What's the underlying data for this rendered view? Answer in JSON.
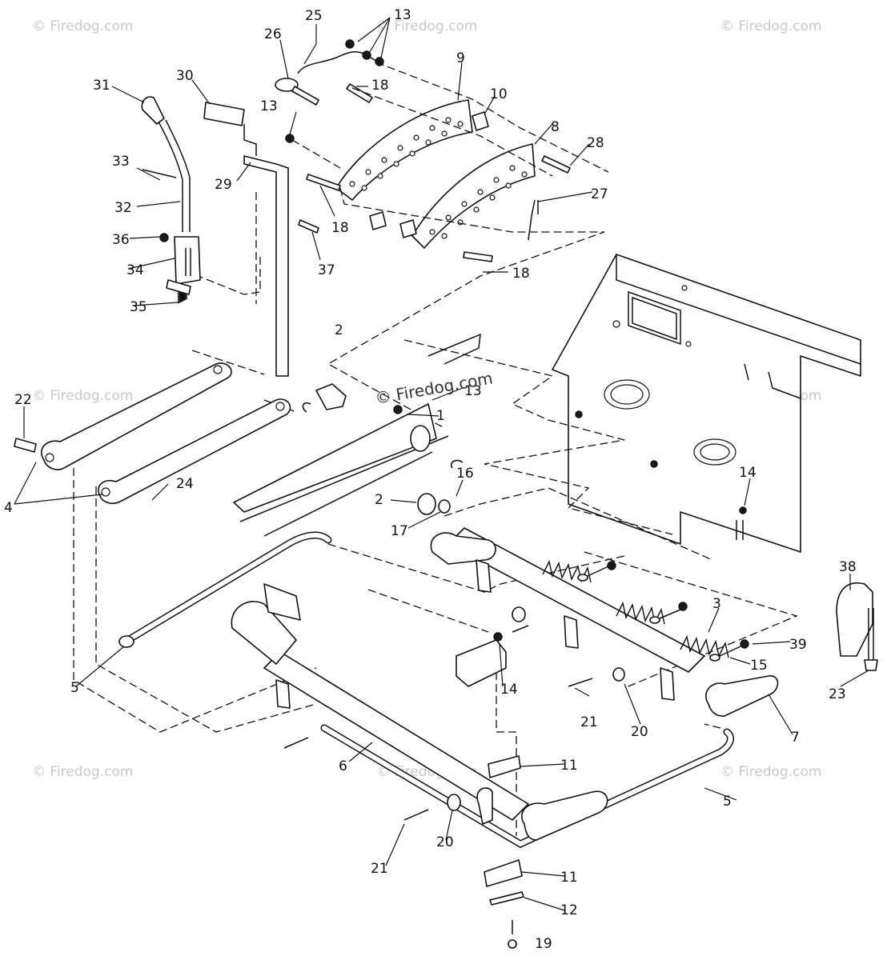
{
  "watermark": {
    "text": "© Firedog.com",
    "center_text": "© Firedog.com"
  },
  "callouts": {
    "c1": "1",
    "c2a": "2",
    "c2b": "2",
    "c3": "3",
    "c4": "4",
    "c5a": "5",
    "c5b": "5",
    "c6": "6",
    "c7": "7",
    "c8": "8",
    "c9": "9",
    "c10": "10",
    "c11a": "11",
    "c11b": "11",
    "c12": "12",
    "c13a": "13",
    "c13b": "13",
    "c13c": "13",
    "c14a": "14",
    "c14b": "14",
    "c15": "15",
    "c16": "16",
    "c17": "17",
    "c18a": "18",
    "c18b": "18",
    "c18c": "18",
    "c19": "19",
    "c20a": "20",
    "c20b": "20",
    "c21a": "21",
    "c21b": "21",
    "c22": "22",
    "c23": "23",
    "c24": "24",
    "c25": "25",
    "c26": "26",
    "c27": "27",
    "c28": "28",
    "c29": "29",
    "c30": "30",
    "c31": "31",
    "c32": "32",
    "c33": "33",
    "c34": "34",
    "c35": "35",
    "c36": "36",
    "c37": "37",
    "c38": "38",
    "c39": "39"
  }
}
